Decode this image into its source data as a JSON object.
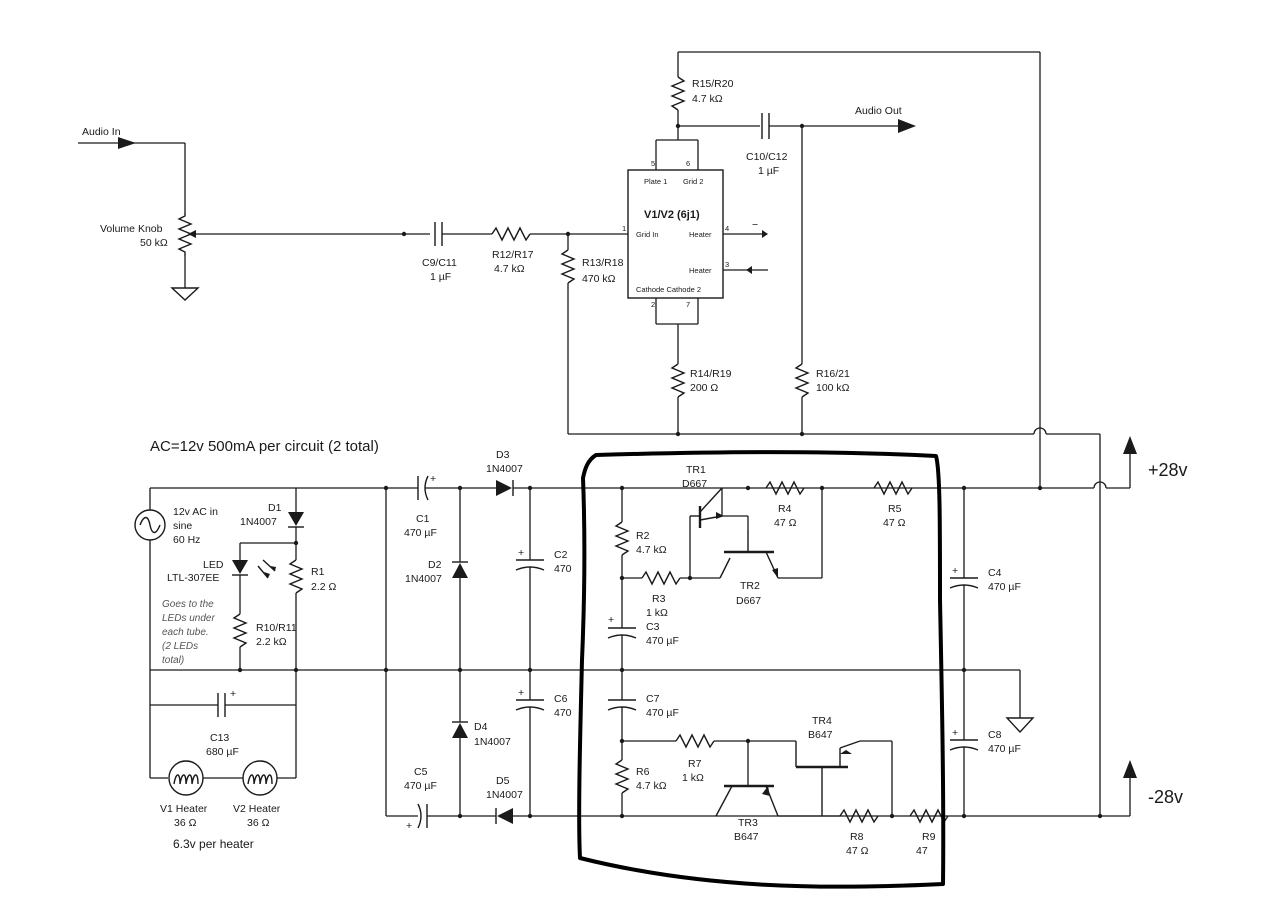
{
  "signal": {
    "audio_in": "Audio In",
    "audio_out": "Audio Out",
    "volume_knob": {
      "name": "Volume Knob",
      "value": "50 kΩ"
    },
    "c9": {
      "name": "C9/C11",
      "value": "1 µF"
    },
    "r12": {
      "name": "R12/R17",
      "value": "4.7 kΩ"
    },
    "r13": {
      "name": "R13/R18",
      "value": "470 kΩ"
    },
    "r15": {
      "name": "R15/R20",
      "value": "4.7 kΩ"
    },
    "c10": {
      "name": "C10/C12",
      "value": "1 µF"
    },
    "r14": {
      "name": "R14/R19",
      "value": "200 Ω"
    },
    "r16": {
      "name": "R16/21",
      "value": "100 kΩ"
    }
  },
  "tube": {
    "name": "V1/V2 (6j1)",
    "pin5": "5",
    "pin6": "6",
    "pin1": "1",
    "pin4": "4",
    "pin3": "3",
    "pin2": "2",
    "pin7": "7",
    "plate": "Plate 1",
    "grid2": "Grid 2",
    "grid_in": "Grid In",
    "heater1": "Heater",
    "heater2": "Heater",
    "cathode": "Cathode Cathode 2",
    "minus": "−"
  },
  "supply": {
    "title": "AC=12v 500mA per circuit (2 total)",
    "ac_source": [
      "12v AC in",
      "sine",
      "60 Hz"
    ],
    "d1": {
      "name": "D1",
      "value": "1N4007"
    },
    "led": {
      "name": "LED",
      "value": "LTL-307EE"
    },
    "r1": {
      "name": "R1",
      "value": "2.2 Ω"
    },
    "note": [
      "Goes to the",
      "LEDs under",
      "each tube.",
      "(2 LEDs",
      "total)"
    ],
    "r10": {
      "name": "R10/R11",
      "value": "2.2 kΩ"
    },
    "c13": {
      "name": "C13",
      "value": "680 µF"
    },
    "v1_heater": {
      "name": "V1 Heater",
      "value": "36 Ω"
    },
    "v2_heater": {
      "name": "V2 Heater",
      "value": "36 Ω"
    },
    "per_heater": "6.3v per heater",
    "c1": {
      "name": "C1",
      "value": "470 µF"
    },
    "c5": {
      "name": "C5",
      "value": "470 µF"
    },
    "d3": {
      "name": "D3",
      "value": "1N4007"
    },
    "d2": {
      "name": "D2",
      "value": "1N4007"
    },
    "d4": {
      "name": "D4",
      "value": "1N4007"
    },
    "d5": {
      "name": "D5",
      "value": "1N4007"
    },
    "c2": {
      "name": "C2",
      "value": "470"
    },
    "c6": {
      "name": "C6",
      "value": "470"
    },
    "plus": "+"
  },
  "regulator": {
    "tr1": {
      "name": "TR1",
      "value": "D667"
    },
    "tr2": {
      "name": "TR2",
      "value": "D667"
    },
    "tr3": {
      "name": "TR3",
      "value": "B647"
    },
    "tr4": {
      "name": "TR4",
      "value": "B647"
    },
    "r2": {
      "name": "R2",
      "value": "4.7 kΩ"
    },
    "r3": {
      "name": "R3",
      "value": "1 kΩ"
    },
    "r4": {
      "name": "R4",
      "value": "47 Ω"
    },
    "r5": {
      "name": "R5",
      "value": "47 Ω"
    },
    "r6": {
      "name": "R6",
      "value": "4.7 kΩ"
    },
    "r7": {
      "name": "R7",
      "value": "1 kΩ"
    },
    "r8": {
      "name": "R8",
      "value": "47 Ω"
    },
    "r9": {
      "name": "R9",
      "value": "47"
    },
    "c3": {
      "name": "C3",
      "value": "470 µF"
    },
    "c7": {
      "name": "C7",
      "value": "470 µF"
    },
    "c4": {
      "name": "C4",
      "value": "470 µF"
    },
    "c8": {
      "name": "C8",
      "value": "470 µF"
    }
  },
  "rails": {
    "pos": "+28v",
    "neg": "-28v"
  }
}
